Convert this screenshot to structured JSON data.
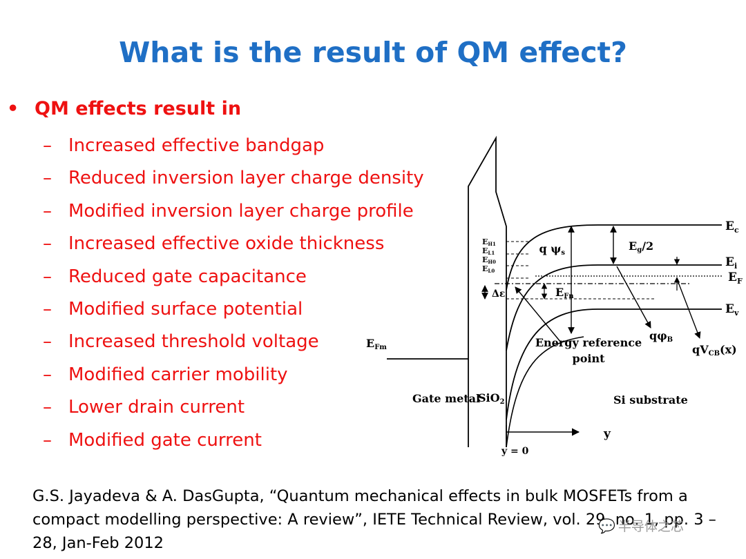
{
  "slide": {
    "title": "What is the result of QM effect?",
    "bullet": "QM effects result in",
    "bullet_marker": "•",
    "sub_marker": "–",
    "sub_items": [
      "Increased effective bandgap",
      "Reduced inversion layer charge density",
      "Modified inversion layer charge profile",
      "Increased effective oxide thickness",
      "Reduced gate capacitance",
      "Modified surface potential",
      "Increased threshold voltage",
      "Modified carrier mobility",
      "Lower drain current",
      "Modified gate current"
    ],
    "citation": "G.S. Jayadeva & A. DasGupta, “Quantum mechanical effects in bulk MOSFETs from a compact modelling perspective: A review”, IETE Technical Review, vol. 29, no. 1, pp. 3 – 28, Jan-Feb 2012",
    "watermark": "半导体之芯",
    "watermark_icon": "wechat-icon"
  },
  "diagram": {
    "labels": {
      "ec": "E",
      "ec_sub": "c",
      "ei": "E",
      "ei_sub": "i",
      "ef": "E",
      "ef_sub": "F",
      "ev": "E",
      "ev_sub": "v",
      "efm": "E",
      "efm_sub": "Fm",
      "efn": "E",
      "efn_sub": "Fn",
      "eh1": "E",
      "eh1_sub": "H1",
      "el1": "E",
      "el1_sub": "L1",
      "eh0": "E",
      "eh0_sub": "H0",
      "el0": "E",
      "el0_sub": "L0",
      "delta_eps": "Δε",
      "q_psi": "q ψ",
      "q_psi_sub": "s",
      "eg_half": "E",
      "eg_half_sub": "g",
      "eg_half_tail": "/2",
      "q_phi": "q",
      "q_phi_greek": "φ",
      "q_phi_sub": "B",
      "qvcb": "qV",
      "qvcb_sub": "CB",
      "qvcb_tail": "(x)",
      "energy_ref_1": "Energy reference",
      "energy_ref_2": "point",
      "gate_metal": "Gate metal",
      "sio2": "SiO",
      "sio2_sub": "2",
      "si_substrate": "Si substrate",
      "y_axis": "y",
      "y_zero": "y = 0"
    }
  }
}
